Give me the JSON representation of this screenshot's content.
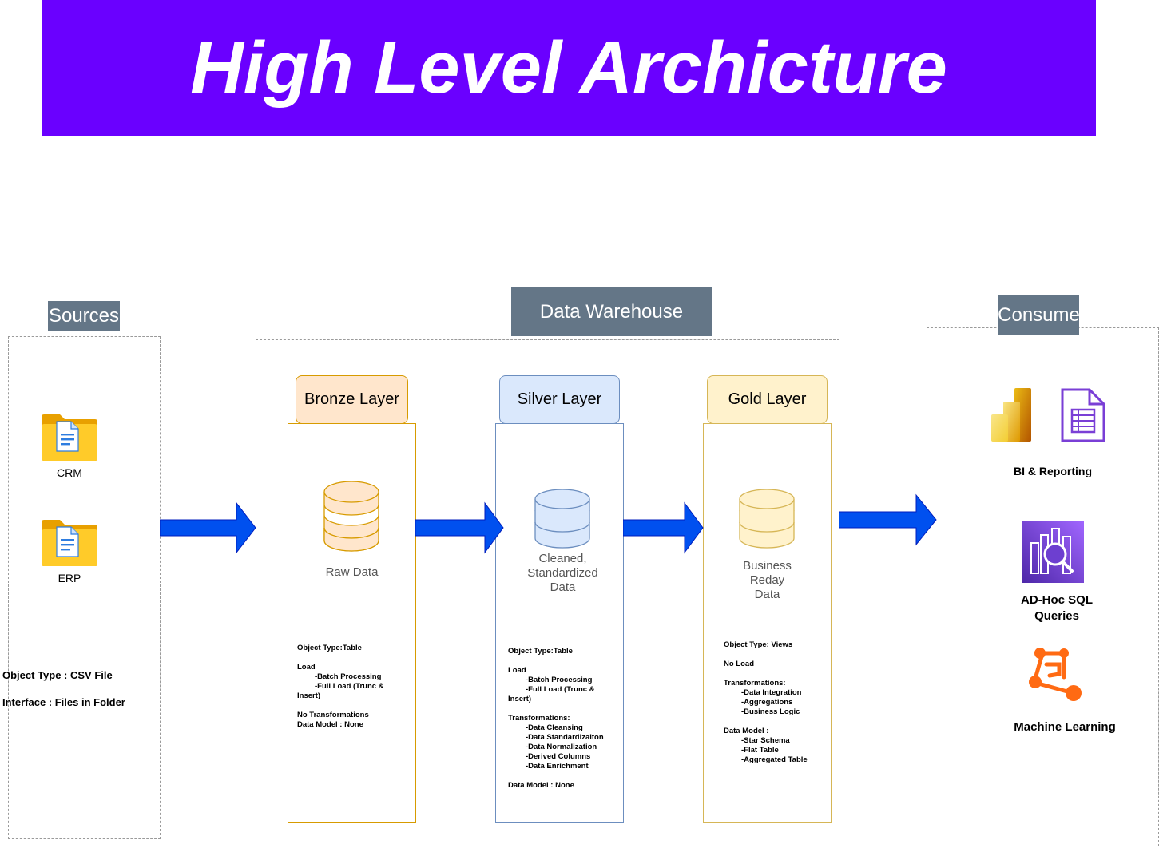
{
  "title": "High Level Archicture",
  "colors": {
    "banner": "#6a00ff",
    "section_label": "#647687",
    "arrow": "#0050ef",
    "bronze_fill": "#ffe6cc",
    "bronze_stroke": "#d79b00",
    "silver_fill": "#dae8fc",
    "silver_stroke": "#6c8ebf",
    "gold_fill": "#fff2cc",
    "gold_stroke": "#d6b656"
  },
  "sources": {
    "label": "Sources",
    "items": [
      {
        "icon": "folder-document-icon",
        "label": "CRM"
      },
      {
        "icon": "folder-document-icon",
        "label": "ERP"
      }
    ],
    "object_type": "Object Type : CSV File",
    "interface": "Interface : Files in Folder"
  },
  "warehouse": {
    "label": "Data Warehouse",
    "bronze": {
      "header": "Bronze Layer",
      "caption": [
        "Raw Data"
      ],
      "notes": [
        {
          "t": "Object Type:Table",
          "i": 0
        },
        {
          "t": "",
          "i": 0
        },
        {
          "t": "Load",
          "i": 0
        },
        {
          "t": "-Batch Processing",
          "i": 1
        },
        {
          "t": "-Full Load (Trunc &",
          "i": 1
        },
        {
          "t": "Insert)",
          "i": 0
        },
        {
          "t": "",
          "i": 0
        },
        {
          "t": "No Transformations",
          "i": 0
        },
        {
          "t": "Data Model : None",
          "i": 0
        }
      ]
    },
    "silver": {
      "header": "Silver Layer",
      "caption": [
        "Cleaned,",
        "Standardized",
        "Data"
      ],
      "notes": [
        {
          "t": "Object Type:Table",
          "i": 0
        },
        {
          "t": "",
          "i": 0
        },
        {
          "t": "Load",
          "i": 0
        },
        {
          "t": "-Batch Processing",
          "i": 1
        },
        {
          "t": "-Full Load (Trunc &",
          "i": 1
        },
        {
          "t": "Insert)",
          "i": 0
        },
        {
          "t": "",
          "i": 0
        },
        {
          "t": "Transformations:",
          "i": 0
        },
        {
          "t": "-Data Cleansing",
          "i": 1
        },
        {
          "t": "-Data Standardizaiton",
          "i": 1
        },
        {
          "t": "-Data Normalization",
          "i": 1
        },
        {
          "t": "-Derived Columns",
          "i": 1
        },
        {
          "t": "-Data Enrichment",
          "i": 1
        },
        {
          "t": "",
          "i": 0
        },
        {
          "t": "Data Model : None",
          "i": 0
        }
      ]
    },
    "gold": {
      "header": "Gold Layer",
      "caption": [
        "Business",
        "Reday",
        "Data"
      ],
      "notes": [
        {
          "t": "Object Type: Views",
          "i": 0
        },
        {
          "t": "",
          "i": 0
        },
        {
          "t": "No Load",
          "i": 0
        },
        {
          "t": "",
          "i": 0
        },
        {
          "t": "Transformations:",
          "i": 0
        },
        {
          "t": "-Data Integration",
          "i": 1
        },
        {
          "t": "-Aggregations",
          "i": 1
        },
        {
          "t": "-Business Logic",
          "i": 1
        },
        {
          "t": "",
          "i": 0
        },
        {
          "t": "Data Model :",
          "i": 0
        },
        {
          "t": "-Star Schema",
          "i": 1
        },
        {
          "t": "-Flat Table",
          "i": 1
        },
        {
          "t": "-Aggregated Table",
          "i": 1
        }
      ]
    }
  },
  "consume": {
    "label": "Consume",
    "items": [
      {
        "label": "BI & Reporting",
        "icons": [
          "power-bi-icon",
          "report-document-icon"
        ]
      },
      {
        "label": "AD-Hoc SQL\nQueries",
        "icons": [
          "sql-analytics-icon"
        ]
      },
      {
        "label": "Machine Learning",
        "icons": [
          "machine-learning-icon"
        ]
      }
    ]
  }
}
